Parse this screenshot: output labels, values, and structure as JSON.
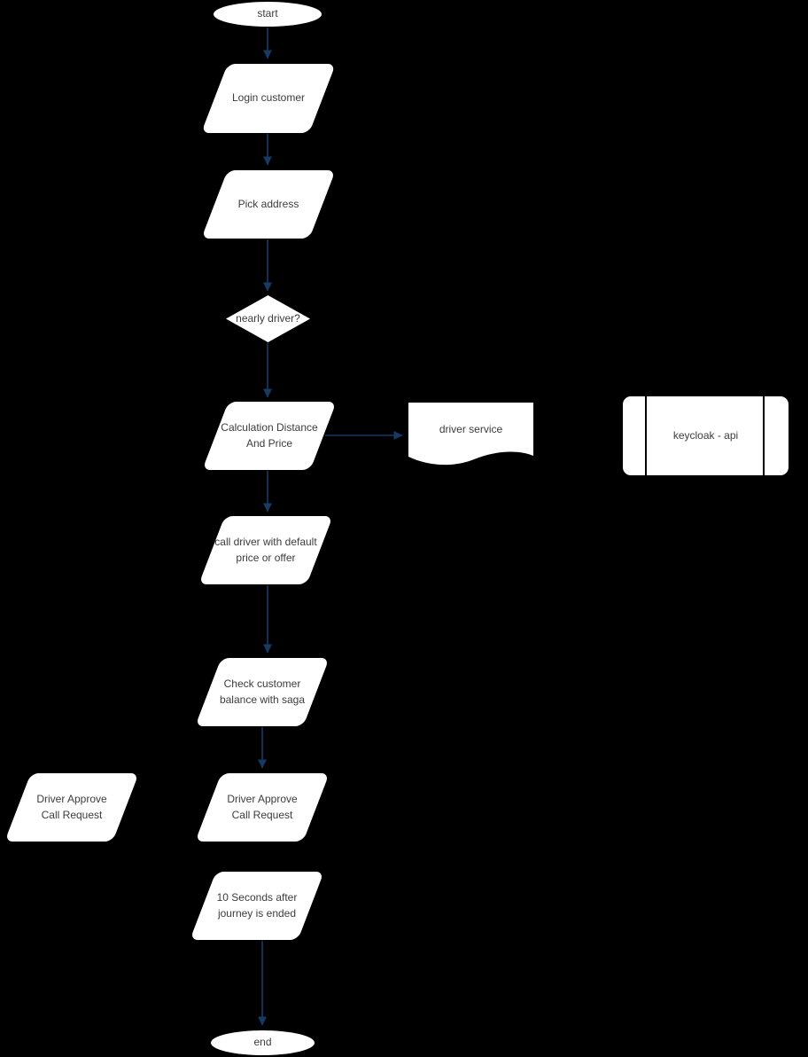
{
  "diagram": {
    "title": "taxi customer journey flowchart",
    "background_color": "#000000",
    "shape_fill_color": "#ffffff",
    "arrow_color": "#173a64",
    "text_color": "#3c3c3c",
    "divider_color": "#000000"
  },
  "nodes": [
    {
      "id": "start",
      "type": "terminator",
      "label": "start"
    },
    {
      "id": "login-customer",
      "type": "parallelogram",
      "label": "Login customer"
    },
    {
      "id": "pick-address",
      "type": "parallelogram",
      "label": "Pick address"
    },
    {
      "id": "nearly-driver",
      "type": "decision",
      "label": "nearly driver?"
    },
    {
      "id": "calculation-distance-and-price",
      "type": "parallelogram",
      "label": "Calculation Distance\nAnd Price"
    },
    {
      "id": "driver-service",
      "type": "document",
      "label": "driver service"
    },
    {
      "id": "keycloak-api",
      "type": "predefined-process",
      "label": "keycloak - api"
    },
    {
      "id": "call-driver-with-default-price-or-offer",
      "type": "parallelogram",
      "label": "call driver with default\nprice or offer"
    },
    {
      "id": "check-customer-balance-with-saga",
      "type": "parallelogram",
      "label": "Check customer\nbalance with saga"
    },
    {
      "id": "driver-approve-call-request-left",
      "type": "parallelogram",
      "label": "Driver Approve\nCall Request"
    },
    {
      "id": "driver-approve-call-request",
      "type": "parallelogram",
      "label": "Driver Approve\nCall Request"
    },
    {
      "id": "ten-seconds-after-journey-is-ended",
      "type": "parallelogram",
      "label": "10 Seconds after\njourney is ended"
    },
    {
      "id": "end",
      "type": "terminator",
      "label": "end"
    }
  ],
  "edges": [
    {
      "from": "start",
      "to": "login-customer"
    },
    {
      "from": "login-customer",
      "to": "pick-address"
    },
    {
      "from": "pick-address",
      "to": "nearly-driver"
    },
    {
      "from": "nearly-driver",
      "to": "calculation-distance-and-price"
    },
    {
      "from": "calculation-distance-and-price",
      "to": "driver-service"
    },
    {
      "from": "calculation-distance-and-price",
      "to": "call-driver-with-default-price-or-offer"
    },
    {
      "from": "call-driver-with-default-price-or-offer",
      "to": "check-customer-balance-with-saga"
    },
    {
      "from": "check-customer-balance-with-saga",
      "to": "driver-approve-call-request"
    },
    {
      "from": "ten-seconds-after-journey-is-ended",
      "to": "end"
    }
  ]
}
